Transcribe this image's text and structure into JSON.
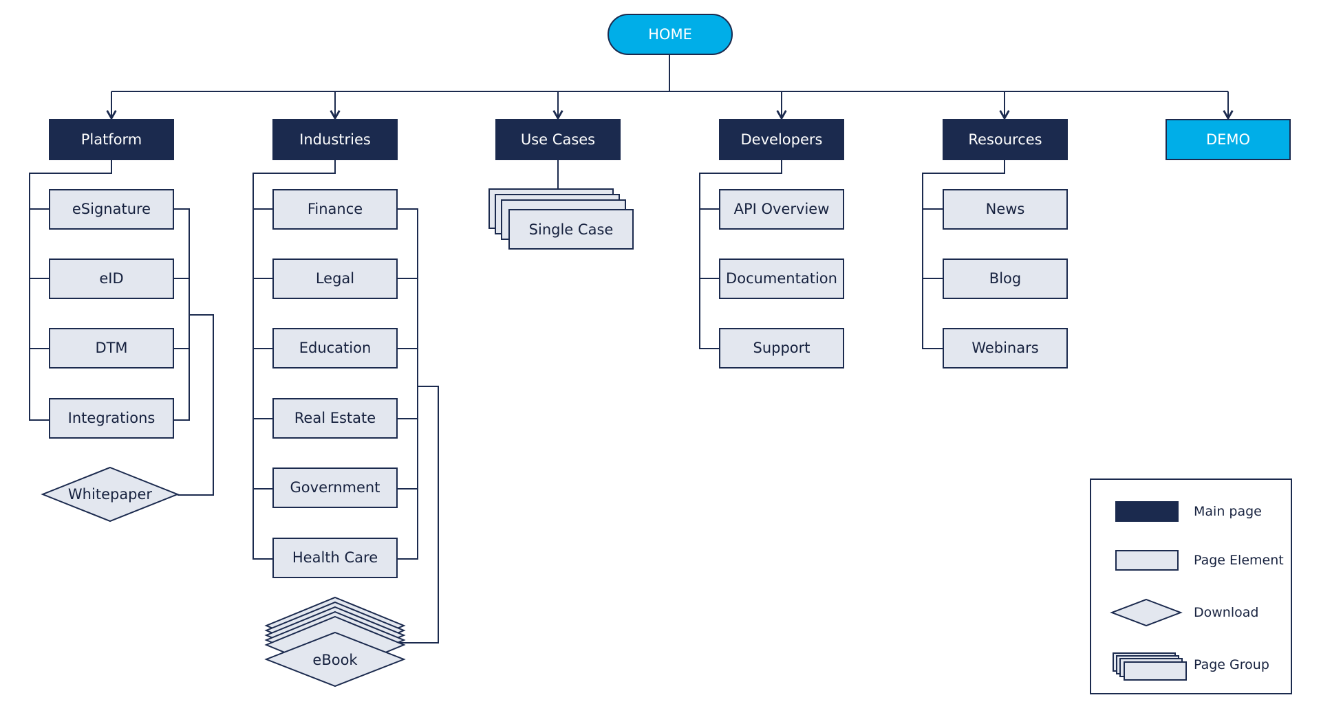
{
  "colors": {
    "main": "#1b2a4e",
    "accent": "#00aee8",
    "element": "#e3e7ef",
    "stroke": "#1b2a4e",
    "accent_text": "#ffffff"
  },
  "home": {
    "label": "HOME"
  },
  "sections": {
    "platform": {
      "label": "Platform",
      "children": [
        "eSignature",
        "eID",
        "DTM",
        "Integrations"
      ],
      "download": "Whitepaper"
    },
    "industries": {
      "label": "Industries",
      "children": [
        "Finance",
        "Legal",
        "Education",
        "Real Estate",
        "Government",
        "Health Care"
      ],
      "download": "eBook"
    },
    "use_cases": {
      "label": "Use Cases",
      "group": "Single Case"
    },
    "developers": {
      "label": "Developers",
      "children": [
        "API Overview",
        "Documentation",
        "Support"
      ]
    },
    "resources": {
      "label": "Resources",
      "children": [
        "News",
        "Blog",
        "Webinars"
      ]
    },
    "demo": {
      "label": "DEMO"
    }
  },
  "legend": {
    "main_page": "Main page",
    "page_element": "Page Element",
    "download": "Download",
    "page_group": "Page Group"
  }
}
